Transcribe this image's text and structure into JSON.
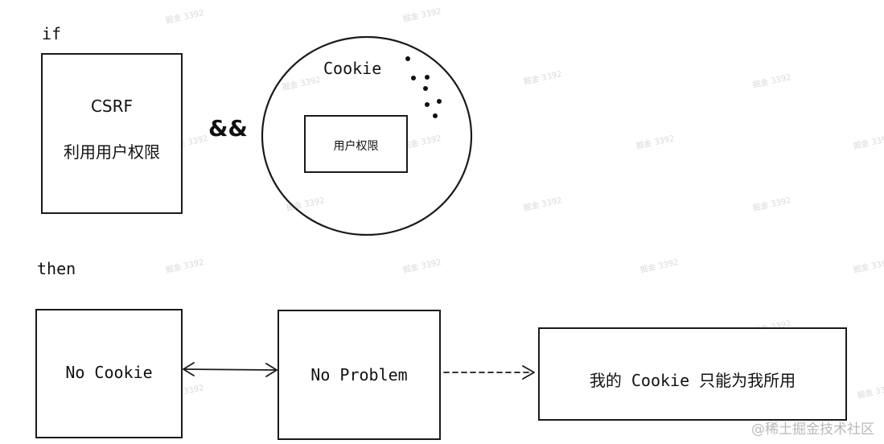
{
  "labels": {
    "if": "if",
    "then": "then",
    "and": "&&"
  },
  "csrf_box": {
    "title": "CSRF",
    "subtitle": "利用用户权限"
  },
  "cookie_circle": {
    "title": "Cookie",
    "inner_label": "用户权限"
  },
  "bottom": {
    "no_cookie": "No Cookie",
    "no_problem": "No Problem",
    "result": "我的 Cookie 只能为我所用"
  },
  "watermark": {
    "text": "掘金 3392",
    "footer": "@稀土掘金技术社区"
  }
}
